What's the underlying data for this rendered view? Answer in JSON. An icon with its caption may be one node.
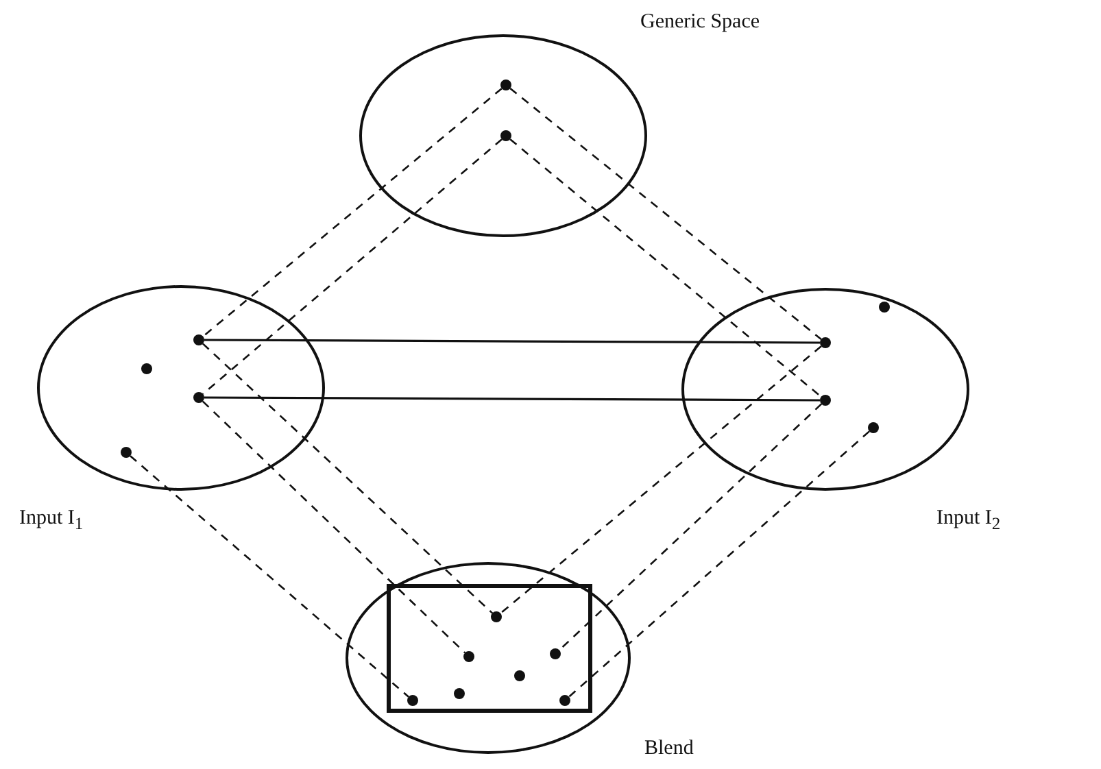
{
  "diagram": {
    "nodes": [
      {
        "text": [
          "Generic Space"
        ]
      },
      {
        "text": [],
        "shape": "circle",
        "in": 0
      },
      {
        "text": [],
        "shape": "circle",
        "in": 0
      },
      {
        "text": [
          "Input I$_{1}$"
        ]
      },
      {
        "text": [],
        "shape": "circle",
        "in": 3
      },
      {
        "text": [],
        "shape": "circle",
        "in": 3
      },
      {
        "text": [],
        "shape": "circle",
        "in": 3
      },
      {
        "text": [],
        "shape": "circle",
        "in": 3
      },
      {
        "text": [
          "Input I$_{2}$"
        ]
      },
      {
        "text": [],
        "shape": "circle",
        "in": 8
      },
      {
        "text": [],
        "shape": "circle",
        "in": 8
      },
      {
        "text": [],
        "shape": "circle",
        "in": 8
      },
      {
        "text": [],
        "shape": "circle",
        "in": 8
      },
      {
        "text": [
          "Blend"
        ]
      },
      {
        "text": [],
        "shape": "box",
        "in": 13
      },
      {
        "text": [],
        "shape": "circle",
        "in": 14
      },
      {
        "text": [],
        "shape": "circle",
        "in": 14
      },
      {
        "text": [],
        "shape": "circle",
        "in": 14
      },
      {
        "text": [],
        "shape": "circle",
        "in": 14
      },
      {
        "text": [],
        "shape": "circle",
        "in": 14
      },
      {
        "text": [],
        "shape": "circle",
        "in": 14
      },
      {
        "text": [],
        "shape": "circle",
        "in": 14
      }
    ],
    "edges": [
      {
        "from": 4,
        "to": 10,
        "arrow": "none"
      },
      {
        "from": 6,
        "to": 11,
        "arrow": "none"
      },
      {
        "from": 1,
        "to": 4,
        "arrow": "none",
        "style": "dashed"
      },
      {
        "from": 2,
        "to": 6,
        "arrow": "none",
        "style": "dashed"
      },
      {
        "from": 1,
        "to": 10,
        "arrow": "none",
        "style": "dashed"
      },
      {
        "from": 2,
        "to": 11,
        "arrow": "none",
        "style": "dashed"
      },
      {
        "from": 4,
        "to": 15,
        "arrow": "none",
        "style": "dashed"
      },
      {
        "from": 6,
        "to": 16,
        "arrow": "none",
        "style": "dashed"
      },
      {
        "from": 7,
        "to": 19,
        "arrow": "none",
        "style": "dashed"
      },
      {
        "from": 10,
        "to": 15,
        "arrow": "none",
        "style": "dashed"
      },
      {
        "from": 11,
        "to": 17,
        "arrow": "none",
        "style": "dashed"
      },
      {
        "from": 12,
        "to": 21,
        "arrow": "none",
        "style": "dashed"
      }
    ]
  }
}
